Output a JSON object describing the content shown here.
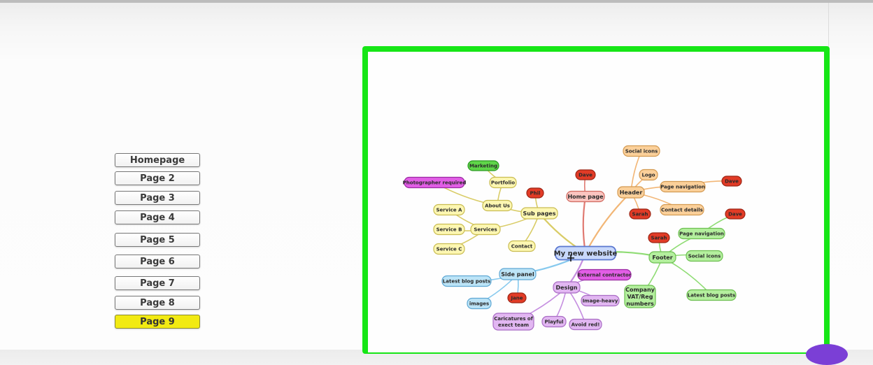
{
  "pages": [
    {
      "label": "Homepage",
      "active": false
    },
    {
      "label": "Page 2",
      "active": false
    },
    {
      "label": "Page 3",
      "active": false
    },
    {
      "label": "Page 4",
      "active": false
    },
    {
      "label": "Page 5",
      "active": false
    },
    {
      "label": "Page 6",
      "active": false
    },
    {
      "label": "Page 7",
      "active": false
    },
    {
      "label": "Page 8",
      "active": false
    },
    {
      "label": "Page 9",
      "active": true
    }
  ],
  "mindmap": {
    "root": "My new website",
    "nodes": {
      "dave_home": "Dave",
      "home": "Home page",
      "marketing": "Marketing",
      "photographer": "Photographer required",
      "portfolio": "Portfolio",
      "phil": "Phil",
      "about": "About Us",
      "subpages": "Sub pages",
      "serviceA": "Service A",
      "serviceB": "Service B",
      "serviceC": "Service C",
      "services": "Services",
      "contact": "Contact",
      "social_icons_h": "Social icons",
      "logo": "Logo",
      "header": "Header",
      "page_nav_h": "Page navigation",
      "dave_header": "Dave",
      "sarah_header": "Sarah",
      "contact_details": "Contact details",
      "dave_footer": "Dave",
      "sarah_footer": "Sarah",
      "page_nav_f": "Page navigation",
      "footer": "Footer",
      "social_icons_f": "Social icons",
      "company_1": "Company",
      "company_2": "VAT/Reg",
      "company_3": "numbers",
      "latest_blog_f": "Latest blog posts",
      "latest_blog_s": "Latest blog posts",
      "sidepanel": "Side panel",
      "images": "images",
      "jane": "Jane",
      "external": "External contractor",
      "design": "Design",
      "image_heavy": "Image-heavy",
      "caricatures_1": "Caricatures of",
      "caricatures_2": "exect team",
      "playful": "Playful",
      "avoid": "Avoid red!"
    }
  },
  "colors": {
    "frame_border": "#16e616",
    "active_page": "#f2ea12",
    "red": "#e23b26",
    "yellow": "#fdf7b2",
    "orange": "#fbd09a",
    "green": "#b4ef9e",
    "blue_light": "#bce4f7",
    "purple": "#e2b7f2",
    "magenta": "#e25ee6",
    "root": "#c8d8fb",
    "pink": "#fbc5c0",
    "dark_green": "#5fd649"
  }
}
